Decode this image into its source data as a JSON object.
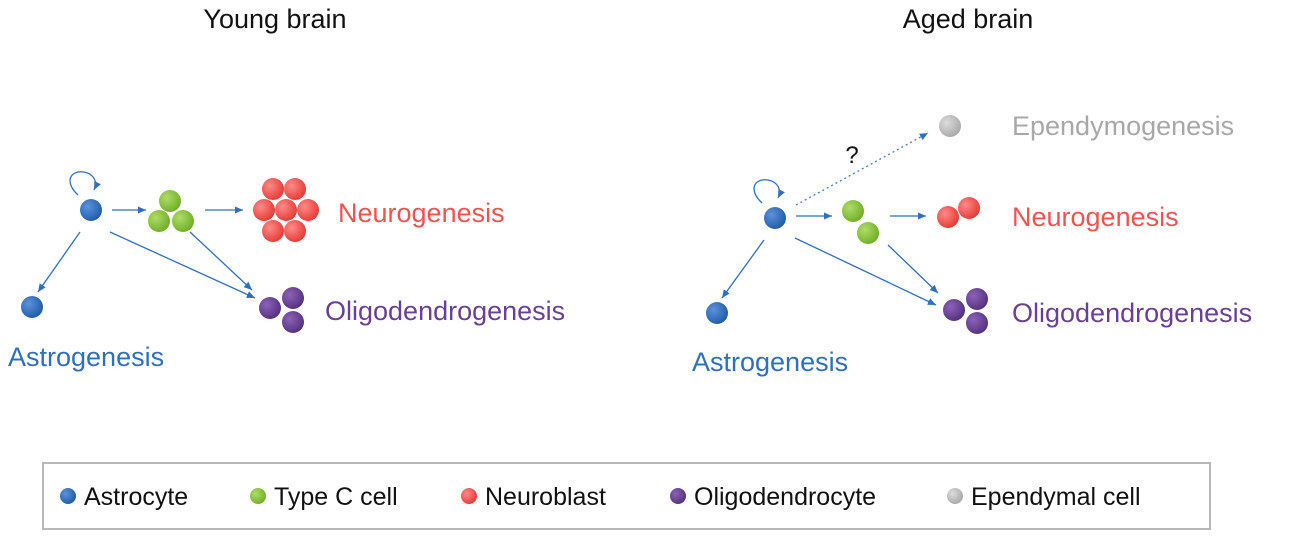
{
  "panels": {
    "young": {
      "title": "Young brain",
      "labels": {
        "neurogenesis": "Neurogenesis",
        "oligodendrogenesis": "Oligodendrogenesis",
        "astrogenesis": "Astrogenesis"
      }
    },
    "aged": {
      "title": "Aged brain",
      "question": "?",
      "labels": {
        "ependymogenesis": "Ependymogenesis",
        "neurogenesis": "Neurogenesis",
        "oligodendrogenesis": "Oligodendrogenesis",
        "astrogenesis": "Astrogenesis"
      }
    }
  },
  "legend": {
    "items": [
      {
        "label": "Astrocyte",
        "color": "#2f6fbf"
      },
      {
        "label": "Type C cell",
        "color": "#8cc63f"
      },
      {
        "label": "Neuroblast",
        "color": "#ef5350"
      },
      {
        "label": "Oligodendrocyte",
        "color": "#6a3f96"
      },
      {
        "label": "Ependymal cell",
        "color": "#bdbdbd"
      }
    ]
  },
  "colors": {
    "astrocyte": "#2f6fbf",
    "type_c": "#8cc63f",
    "neuroblast": "#ef5350",
    "oligodendrocyte": "#6a3f96",
    "ependymal": "#bdbdbd",
    "arrow": "#2f6fbf",
    "dotted_arrow": "#4a7dc4"
  }
}
